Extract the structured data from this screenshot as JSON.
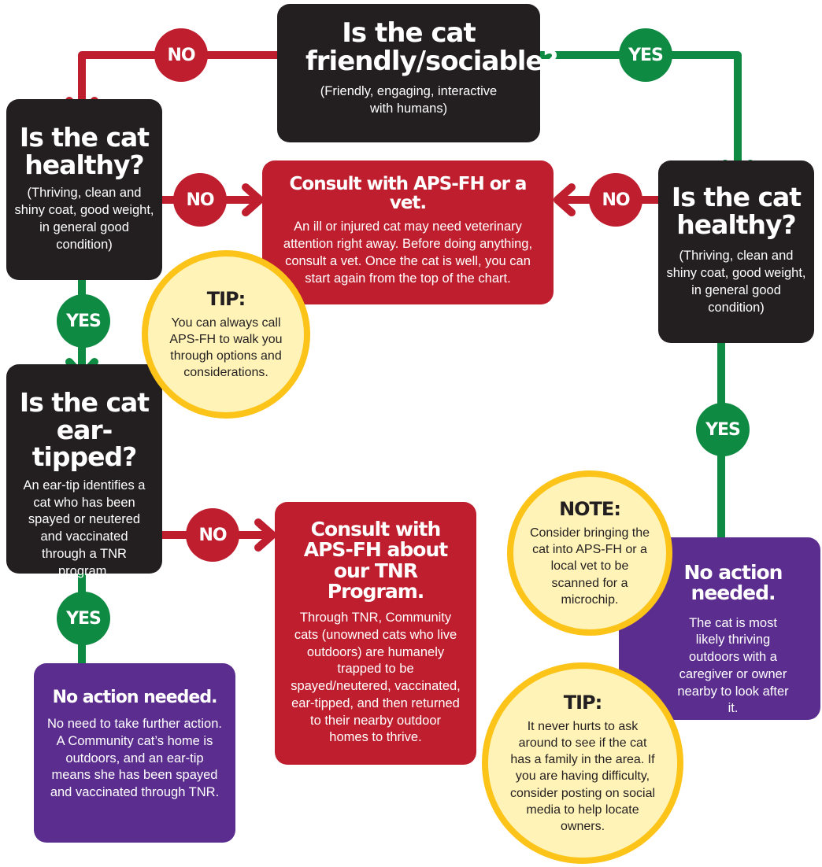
{
  "colors": {
    "dark_box": "#231f20",
    "red_box": "#be1e2d",
    "purple_box": "#5b2d8e",
    "yes_green": "#0e8a43",
    "no_red": "#be1e2d",
    "tip_fill": "#fff3b8",
    "tip_border": "#fcc419"
  },
  "labels": {
    "no": "NO",
    "yes": "YES"
  },
  "nodes": {
    "friendly": {
      "title": "Is the cat friendly/sociable?",
      "desc": "(Friendly, engaging, interactive with humans)"
    },
    "healthy_left": {
      "title": "Is the cat healthy?",
      "desc": "(Thriving, clean and shiny coat, good weight, in general good condition)"
    },
    "healthy_right": {
      "title": "Is the cat healthy?",
      "desc": "(Thriving, clean and shiny coat, good weight, in general good condition)"
    },
    "consult_vet": {
      "title": "Consult with APS-FH or a vet.",
      "desc": "An ill or injured cat may need veterinary attention right away. Before doing anything, consult a vet. Once the cat is well, you can start again from the top of the chart."
    },
    "ear_tipped": {
      "title": "Is the cat ear-tipped?",
      "desc": "An ear-tip identifies a cat who has been spayed or neutered and vaccinated through a TNR program."
    },
    "consult_tnr": {
      "title": "Consult with APS-FH about our TNR Program.",
      "desc": "Through TNR, Community cats (unowned cats who live outdoors) are humanely trapped to be spayed/neutered, vaccinated, ear-tipped, and then returned to their nearby outdoor homes to thrive."
    },
    "no_action_left": {
      "title": "No action needed.",
      "desc": "No need to take further action. A Community cat’s home is outdoors, and an ear-tip means she has been spayed and vaccinated through TNR."
    },
    "no_action_right": {
      "title": "No action needed.",
      "desc": "The cat is most likely thriving outdoors with a caregiver or owner nearby to look after it."
    }
  },
  "callouts": {
    "tip_call": {
      "title": "TIP:",
      "text": "You can always call APS-FH to walk you through options and considerations."
    },
    "note": {
      "title": "NOTE:",
      "text": "Consider bringing the cat into APS-FH or a local vet to be scanned for a microchip."
    },
    "tip_social": {
      "title": "TIP:",
      "text": "It never hurts to ask around to see if the cat has a family in the area. If you are having difficulty, consider posting on social media to help locate owners."
    }
  }
}
